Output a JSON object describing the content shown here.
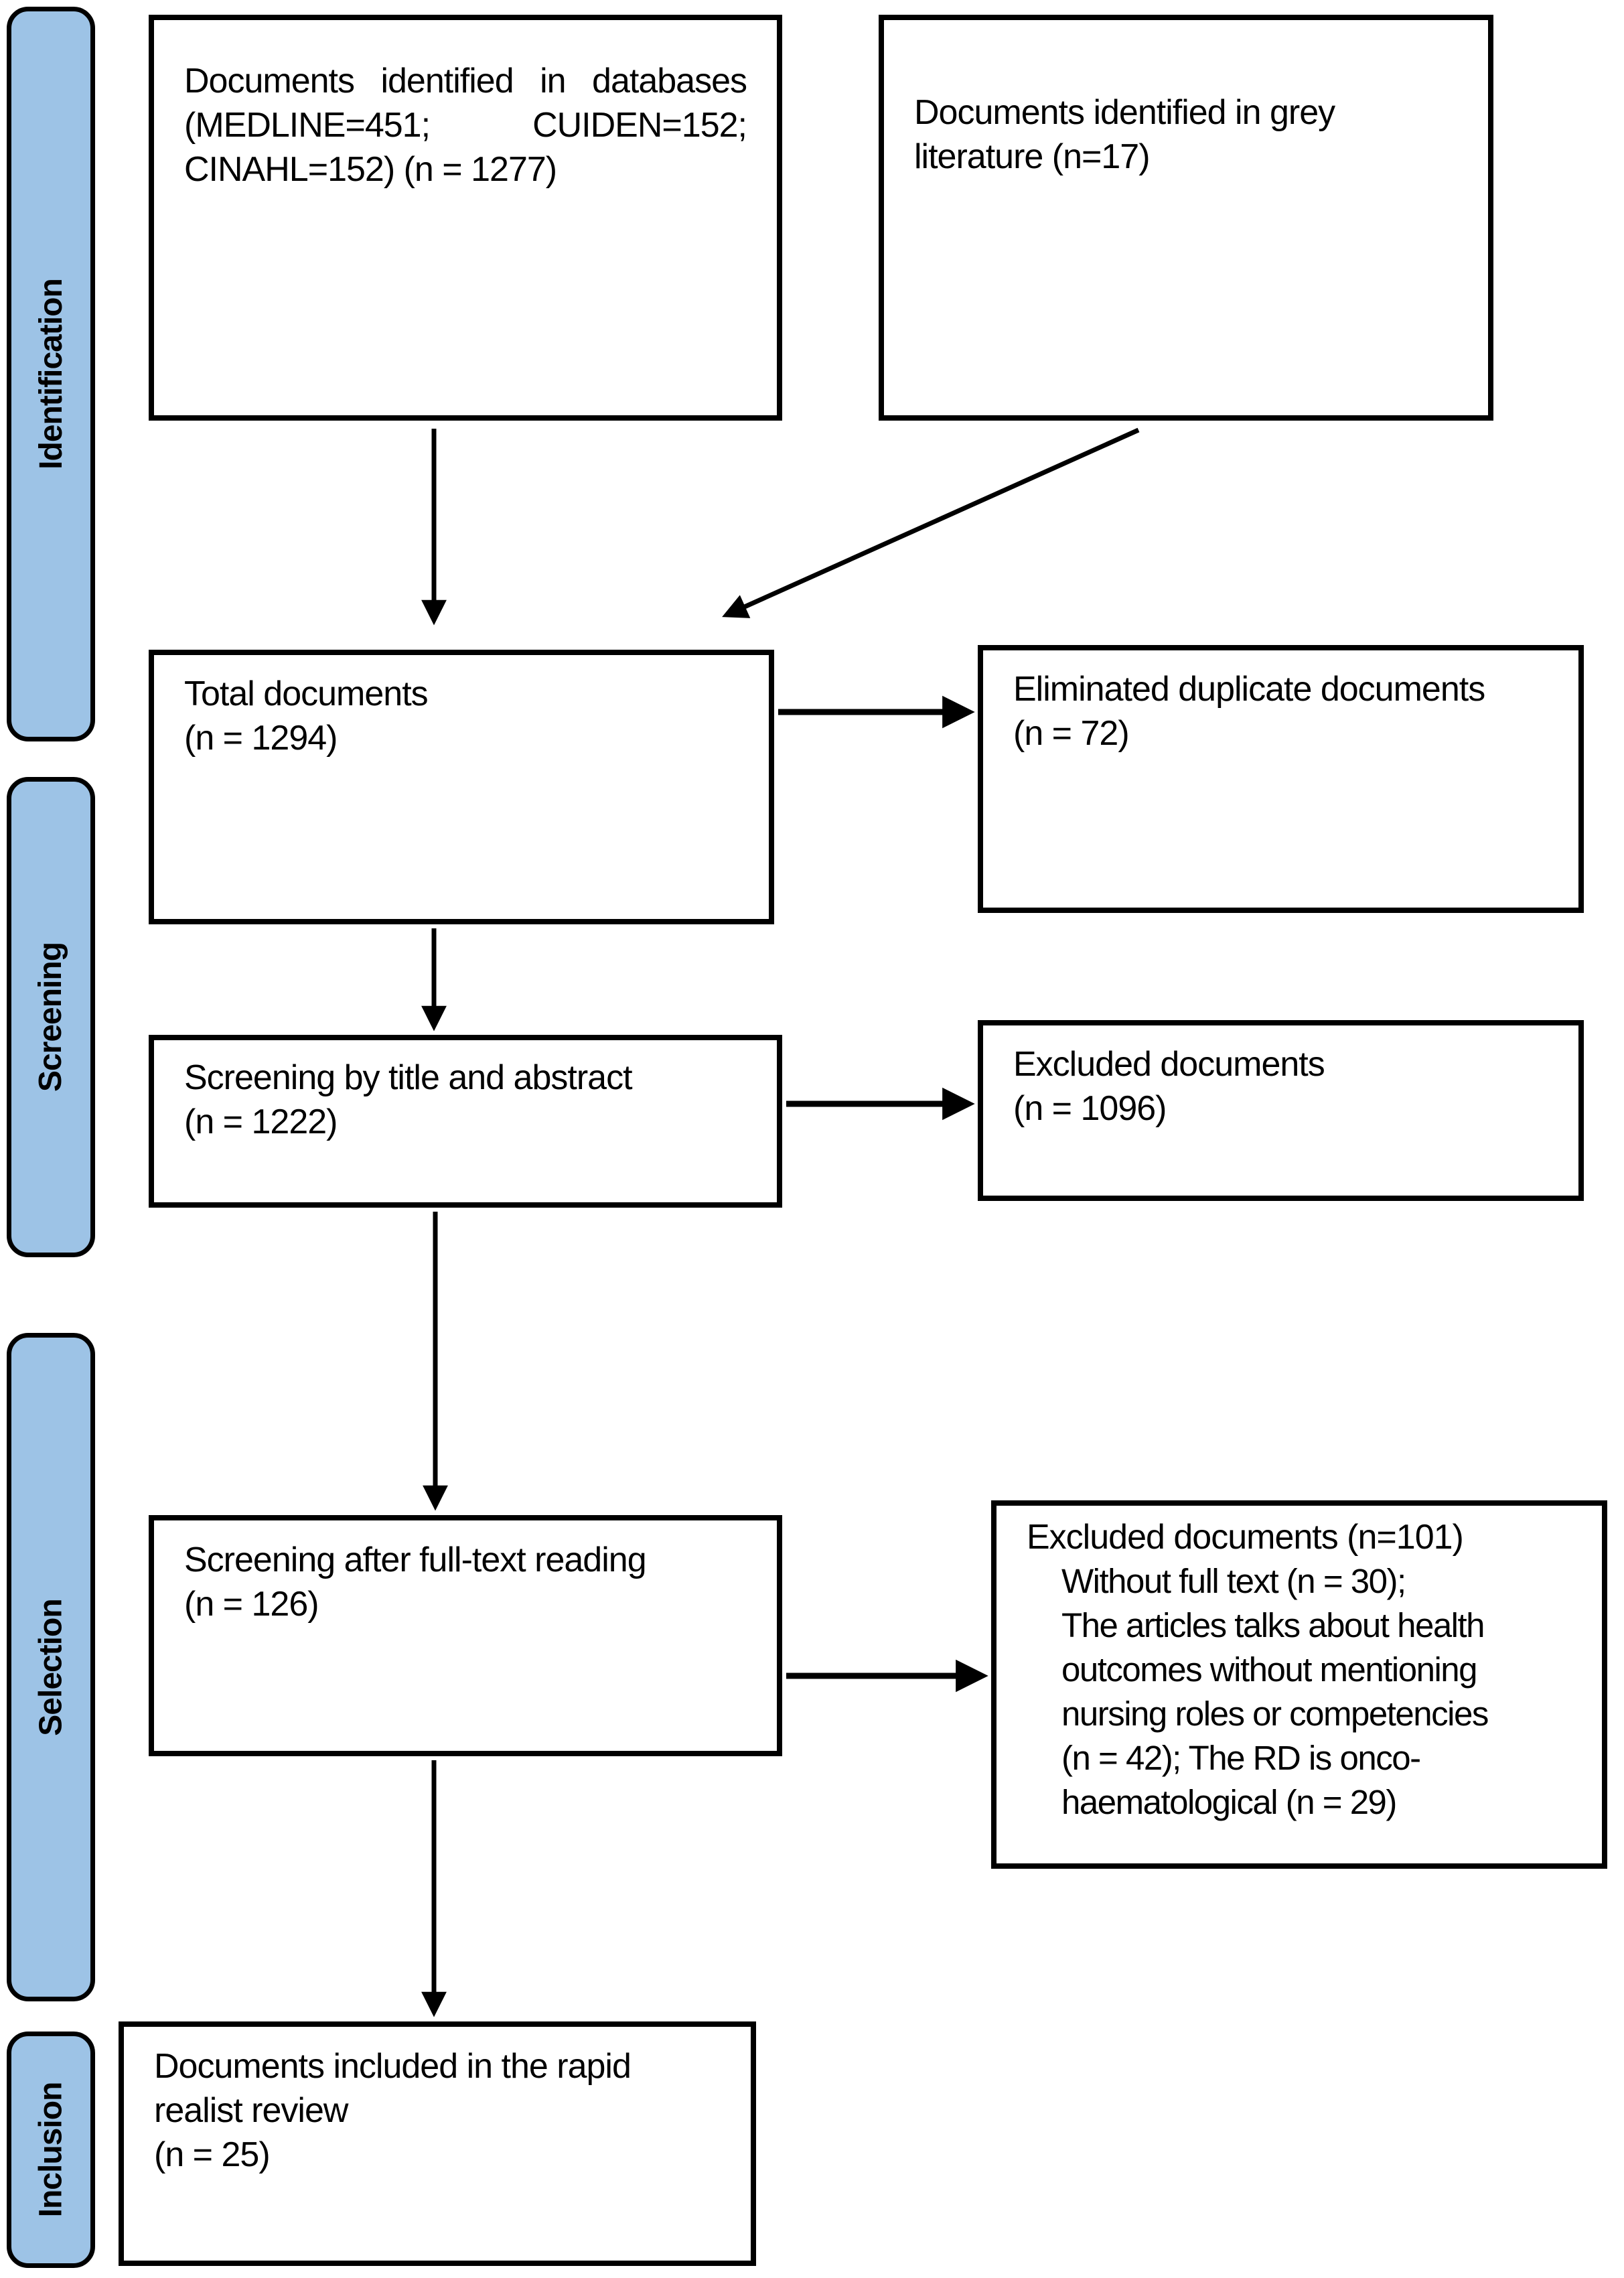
{
  "diagram_type": "prisma-flow",
  "stages": [
    {
      "label": "Identification"
    },
    {
      "label": "Screening"
    },
    {
      "label": "Selection"
    },
    {
      "label": "Inclusion"
    }
  ],
  "boxes": {
    "databases": {
      "lines": [
        "Documents identified in databases",
        "(MEDLINE=451; CUIDEN=152;",
        "CINAHL=152) (n = 1277)"
      ]
    },
    "grey_literature": {
      "lines": [
        "Documents identified in grey",
        "literature (n=17)"
      ]
    },
    "total": {
      "lines": [
        "Total documents",
        "(n = 1294)"
      ]
    },
    "duplicates": {
      "lines": [
        "Eliminated duplicate documents",
        "(n = 72)"
      ]
    },
    "title_abstract": {
      "lines": [
        "Screening by title and abstract",
        "(n = 1222)"
      ]
    },
    "excluded_title_abstract": {
      "lines": [
        "Excluded documents",
        "(n = 1096)"
      ]
    },
    "full_text": {
      "lines": [
        "Screening after full-text reading",
        "(n = 126)"
      ]
    },
    "excluded_full_text": {
      "title": "Excluded documents (n=101)",
      "details": [
        "Without full text (n = 30);",
        "The articles talks about health",
        "outcomes without mentioning",
        "nursing roles or competencies",
        "(n = 42); The RD is onco-",
        "haematological (n = 29)"
      ]
    },
    "included": {
      "lines": [
        "Documents included in the rapid",
        "realist review",
        "(n = 25)"
      ]
    }
  },
  "colors": {
    "stage_fill": "#9DC3E6",
    "stage_border": "#000000",
    "box_border": "#000000",
    "arrow": "#000000",
    "background": "#FFFFFF"
  }
}
